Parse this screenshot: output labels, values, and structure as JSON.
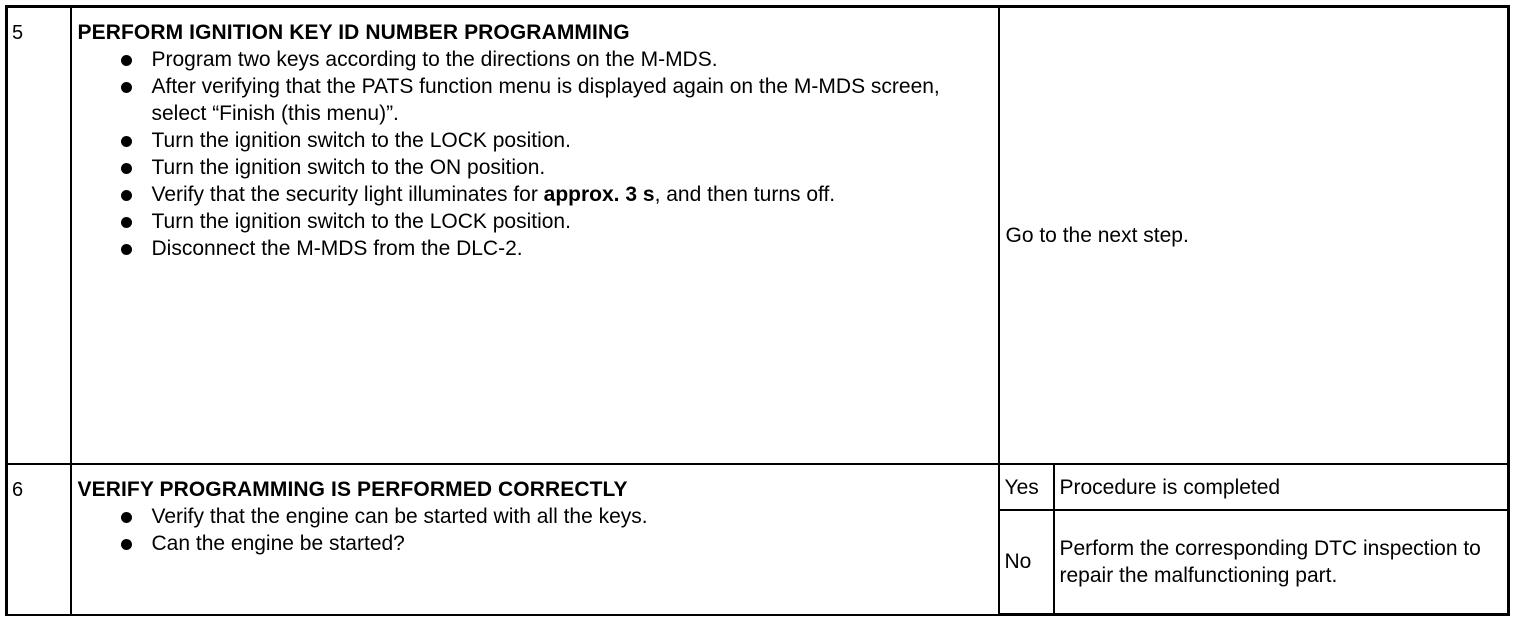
{
  "step5": {
    "number": "5",
    "title": "PERFORM IGNITION KEY ID NUMBER PROGRAMMING",
    "bullets": [
      "Program two keys according to the directions on the M-MDS.",
      "After verifying that the PATS function menu is displayed again on the M-MDS screen, select “Finish (this menu)”.",
      "Turn the ignition switch to the LOCK position.",
      "Turn the ignition switch to the ON position.",
      "Turn the ignition switch to the LOCK position.",
      "Disconnect the M-MDS from the DLC-2."
    ],
    "verify_prefix": "Verify that the security light illuminates for ",
    "verify_bold": "approx. 3 s",
    "verify_suffix": ", and then turns off.",
    "action": "Go to the next step."
  },
  "step6": {
    "number": "6",
    "title": "VERIFY PROGRAMMING IS PERFORMED CORRECTLY",
    "bullets": [
      "Verify that the engine can be started with all the keys.",
      "Can the engine be started?"
    ],
    "yes_label": "Yes",
    "yes_action": "Procedure is completed",
    "no_label": "No",
    "no_action": "Perform the corresponding DTC inspection to repair the malfunctioning part."
  }
}
